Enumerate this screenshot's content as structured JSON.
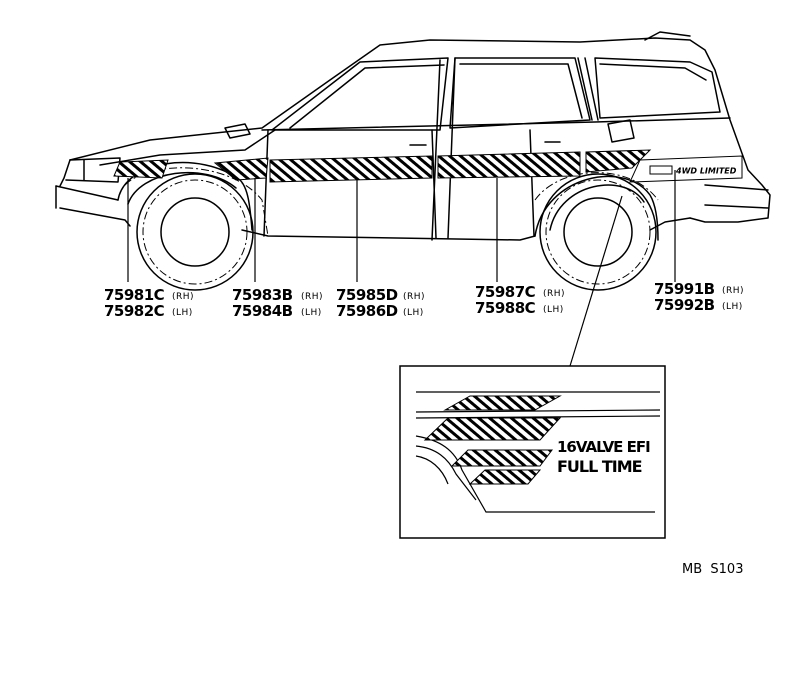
{
  "parts": [
    {
      "id": "part-fender-front",
      "rh_number": "75981C",
      "rh_side": "(RH)",
      "lh_number": "75982C",
      "lh_side": "(LH)"
    },
    {
      "id": "part-front-door-fwd",
      "rh_number": "75983B",
      "rh_side": "(RH)",
      "lh_number": "75984B",
      "lh_side": "(LH)"
    },
    {
      "id": "part-front-door",
      "rh_number": "75985D",
      "rh_side": "(RH)",
      "lh_number": "75986D",
      "lh_side": "(LH)"
    },
    {
      "id": "part-rear-door",
      "rh_number": "75987C",
      "rh_side": "(RH)",
      "lh_number": "75988C",
      "lh_side": "(LH)"
    },
    {
      "id": "part-quarter",
      "rh_number": "75991B",
      "rh_side": "(RH)",
      "lh_number": "75992B",
      "lh_side": "(LH)"
    }
  ],
  "vehicle": {
    "emblem": "4WD LIMITED"
  },
  "detail": {
    "badge_line1": "16VALVE EFI",
    "badge_line2": "FULL TIME"
  },
  "reference": "MB  S103"
}
